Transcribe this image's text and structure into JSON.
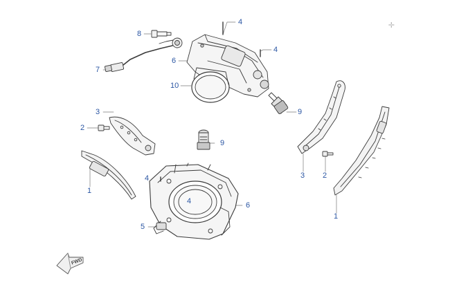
{
  "diagram": {
    "callouts": [
      {
        "id": "c4a",
        "text": "4"
      },
      {
        "id": "c8",
        "text": "8"
      },
      {
        "id": "c4b",
        "text": "4"
      },
      {
        "id": "c6a",
        "text": "6"
      },
      {
        "id": "c7",
        "text": "7"
      },
      {
        "id": "c10",
        "text": "10"
      },
      {
        "id": "c9a",
        "text": "9"
      },
      {
        "id": "c3a",
        "text": "3"
      },
      {
        "id": "c2a",
        "text": "2"
      },
      {
        "id": "c9b",
        "text": "9"
      },
      {
        "id": "c1a",
        "text": "1"
      },
      {
        "id": "c4c",
        "text": "4"
      },
      {
        "id": "c4d",
        "text": "4"
      },
      {
        "id": "c6b",
        "text": "6"
      },
      {
        "id": "c5",
        "text": "5"
      },
      {
        "id": "c3b",
        "text": "3"
      },
      {
        "id": "c2b",
        "text": "2"
      },
      {
        "id": "c1b",
        "text": "1"
      }
    ],
    "fwd_label": "FWD"
  }
}
